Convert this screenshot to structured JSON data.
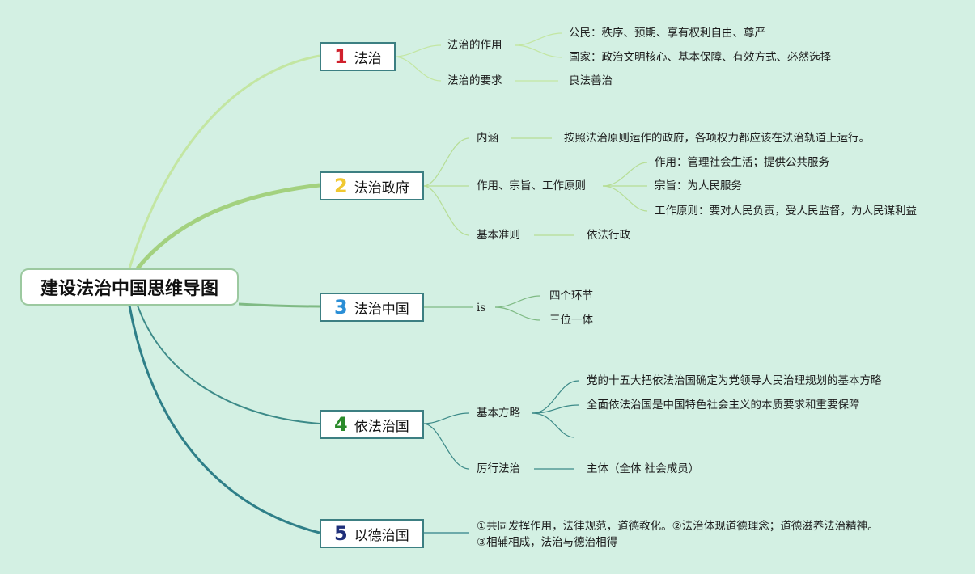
{
  "title": "建设法治中国思维导图",
  "colors": {
    "background": "#d3f0e3",
    "num1": "#d0202c",
    "num2": "#f0c830",
    "num3": "#2a8ed6",
    "num4": "#2a8a2a",
    "num5": "#1f2f7a"
  },
  "branches": [
    {
      "num": "1",
      "label": "法治",
      "children": [
        {
          "label": "法治的作用",
          "children": [
            {
              "label": "公民：秩序、预期、享有权利自由、尊严"
            },
            {
              "label": "国家：政治文明核心、基本保障、有效方式、必然选择"
            }
          ]
        },
        {
          "label": "法治的要求",
          "children": [
            {
              "label": "良法善治"
            }
          ]
        }
      ]
    },
    {
      "num": "2",
      "label": "法治政府",
      "children": [
        {
          "label": "内涵",
          "children": [
            {
              "label": "按照法治原则运作的政府，各项权力都应该在法治轨道上运行。"
            }
          ]
        },
        {
          "label": "作用、宗旨、工作原则",
          "children": [
            {
              "label": "作用：管理社会生活；提供公共服务"
            },
            {
              "label": "宗旨：为人民服务"
            },
            {
              "label": "工作原则：要对人民负责，受人民监督，为人民谋利益"
            }
          ]
        },
        {
          "label": "基本准则",
          "children": [
            {
              "label": "依法行政"
            }
          ]
        }
      ]
    },
    {
      "num": "3",
      "label": "法治中国",
      "children": [
        {
          "label": "is",
          "children": [
            {
              "label": "四个环节"
            },
            {
              "label": "三位一体"
            }
          ]
        }
      ]
    },
    {
      "num": "4",
      "label": "依法治国",
      "children": [
        {
          "label": "基本方略",
          "children": [
            {
              "label": "党的十五大把依法治国确定为党领导人民治理规划的基本方略"
            },
            {
              "label": "全面依法治国是中国特色社会主义的本质要求和重要保障"
            },
            {
              "label": ""
            }
          ]
        },
        {
          "label": "厉行法治",
          "children": [
            {
              "label": "主体（全体 社会成员）"
            }
          ]
        }
      ]
    },
    {
      "num": "5",
      "label": "以德治国",
      "children": [
        {
          "label": "①共同发挥作用，法律规范，道德教化。②法治体现道德理念；道德滋养法治精神。③相辅相成，法治与德治相得"
        }
      ]
    }
  ]
}
